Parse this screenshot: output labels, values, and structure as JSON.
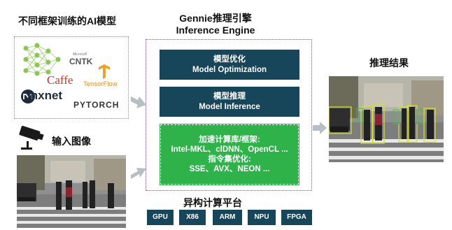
{
  "frameworks": {
    "title": "不同框架训练的AI模型",
    "logos": {
      "cntk_small": "Microsoft",
      "cntk": "CNTK",
      "caffe": "Caffe",
      "tensorflow": "TensorFlow",
      "mxnet": "mxnet",
      "pytorch": "PYTORCH"
    }
  },
  "input": {
    "title": "输入图像"
  },
  "engine": {
    "title_cn": "Gennie推理引擎",
    "title_en": "Inference Engine",
    "blocks": {
      "optimization": {
        "cn": "模型优化",
        "en": "Model Optimization"
      },
      "inference": {
        "cn": "模型推理",
        "en": "Model Inference"
      },
      "acceleration": {
        "line1": "加速计算库/框架:",
        "line2": "Intel-MKL、clDNN、OpenCL ...",
        "line3": "指令集优化:",
        "line4": "SSE、AVX、NEON ..."
      }
    }
  },
  "hardware": {
    "title": "异构计算平台",
    "items": [
      "GPU",
      "X86",
      "ARM",
      "NPU",
      "FPGA"
    ]
  },
  "result": {
    "title": "推理结果"
  },
  "colors": {
    "navy": "#17455a",
    "green": "#2fb24a",
    "dotted_border": "#7a4aa0",
    "arrow": "#b7bec4",
    "detection_box": "#d8e22a"
  }
}
